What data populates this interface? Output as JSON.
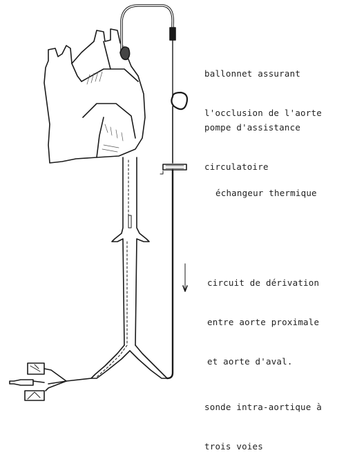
{
  "labels": {
    "balloon": [
      "ballonnet assurant",
      "l'occlusion de l'aorte"
    ],
    "pump": [
      "pompe d'assistance",
      "circulatoire"
    ],
    "exchanger": [
      "échangeur thermique"
    ],
    "bypass": [
      "circuit de dérivation",
      "entre aorte proximale",
      "et aorte d'aval."
    ],
    "probe": [
      "sonde intra-aortique à",
      "trois voies"
    ]
  },
  "colors": {
    "ink": "#1a1a1a",
    "paper": "#ffffff",
    "shade": "#555555"
  }
}
